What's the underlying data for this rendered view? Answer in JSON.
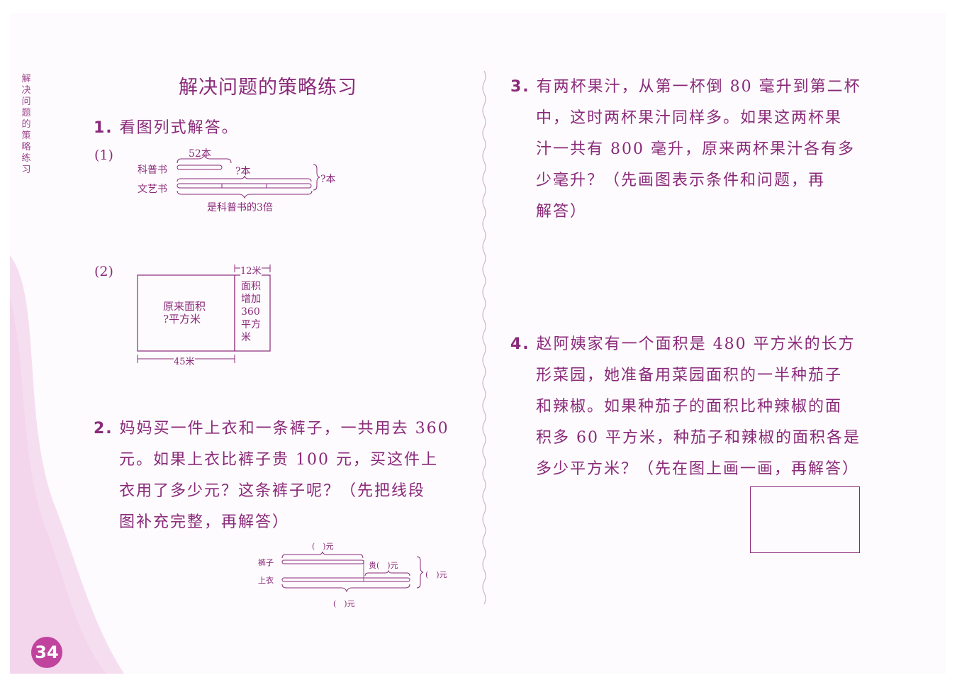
{
  "side_label": "解决问题的策略练习",
  "title": "解决问题的策略练习",
  "page_number": "34",
  "q1": {
    "num": "1.",
    "text": "看图列式解答。",
    "p1": {
      "label": "(1)",
      "d52": "52本",
      "row_a": "科普书",
      "row_b": "文艺书",
      "q_mid": "?本",
      "q_total": "?本",
      "note": "是科普书的3倍"
    },
    "p2": {
      "label": "(2)",
      "w12": "12米",
      "inc_lines": [
        "面积",
        "增加",
        "360",
        "平方",
        "米"
      ],
      "orig_lines": [
        "原来面积",
        "?平方米"
      ],
      "w45": "45米"
    }
  },
  "q2": {
    "num": "2.",
    "lines": [
      "妈妈买一件上衣和一条裤子，一共用去 360",
      "元。如果上衣比裤子贵 100 元，买这件上",
      "衣用了多少元？这条裤子呢？（先把线段",
      "图补充完整，再解答）"
    ],
    "diagram": {
      "top": "(　)元",
      "pants": "裤子",
      "coat": "上衣",
      "more": "贵(　)元",
      "total": "(　)元",
      "bottom": "(　)元"
    }
  },
  "q3": {
    "num": "3.",
    "lines": [
      "有两杯果汁，从第一杯倒 80 毫升到第二杯",
      "中，这时两杯果汁同样多。如果这两杯果",
      "汁一共有 800 毫升，原来两杯果汁各有多",
      "少毫升？（先画图表示条件和问题，再",
      "解答）"
    ]
  },
  "q4": {
    "num": "4.",
    "lines": [
      "赵阿姨家有一个面积是 480 平方米的长方",
      "形菜园，她准备用菜园面积的一半种茄子",
      "和辣椒。如果种茄子的面积比种辣椒的面",
      "积多 60 平方米，种茄子和辣椒的面积各是",
      "多少平方米？（先在图上画一画，再解答）"
    ]
  },
  "colors": {
    "ink": "#8a2a7a",
    "badge": "#c0449e",
    "wave": "#f3d6ee"
  }
}
